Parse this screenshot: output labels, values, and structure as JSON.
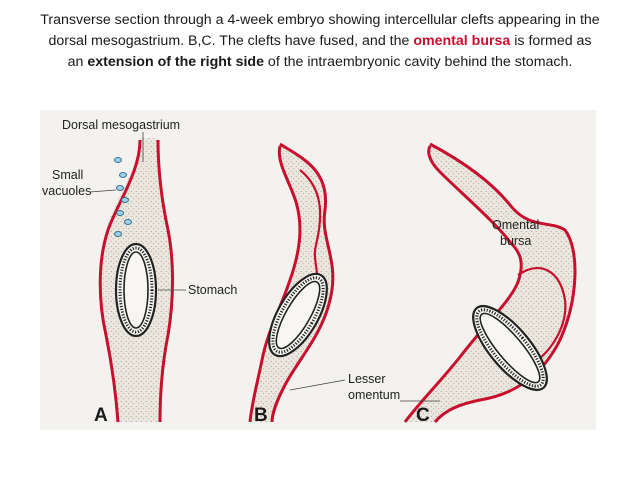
{
  "caption": {
    "part1": "Transverse section through a 4-week embryo showing intercellular clefts appearing in the dorsal mesogastrium. B,C. The clefts have fused, and the",
    "highlight": "omental bursa",
    "part2": " is formed as an ",
    "bold": "extension of the right side",
    "part3": " of the intraembryonic cavity behind the stomach."
  },
  "figure": {
    "labels": {
      "dorsal_mesogastrium": "Dorsal mesogastrium",
      "small": "Small",
      "vacuoles": "vacuoles",
      "stomach": "Stomach",
      "omental": "Omental",
      "bursa": "bursa",
      "lesser": "Lesser",
      "omentum": "omentum"
    },
    "panels": [
      "A",
      "B",
      "C"
    ]
  },
  "colors": {
    "membrane": "#c8102e",
    "tissue": "#e9e5dd",
    "background": "#f3f2ef",
    "highlight_text": "#c8102e"
  }
}
